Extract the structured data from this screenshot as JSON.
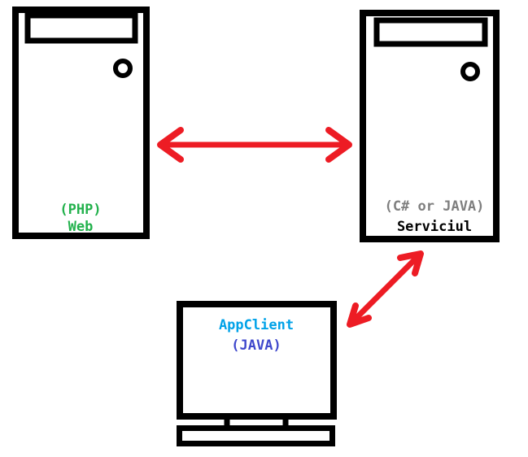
{
  "diagram": {
    "colors": {
      "background": "#FFFFFF",
      "outline": "#000000",
      "arrow_red": "#ED1C24",
      "php_green": "#22B14C",
      "service_gray": "#7F7F7F",
      "service_black": "#000000",
      "client_cyan": "#00A2E8",
      "client_indigo": "#3F48CC"
    },
    "nodes": {
      "web_server": {
        "icon": "server-tower-icon",
        "label_top": "(PHP)",
        "label_bottom": "Web"
      },
      "service_server": {
        "icon": "server-tower-icon",
        "label_top": "(C# or JAVA)",
        "label_bottom": "Serviciul"
      },
      "app_client": {
        "icon": "desktop-monitor-icon",
        "label_top": "AppClient",
        "label_bottom": "(JAVA)"
      }
    },
    "connections": [
      {
        "from": "web_server",
        "to": "service_server",
        "style": "double-headed-arrow",
        "orientation": "horizontal"
      },
      {
        "from": "service_server",
        "to": "app_client",
        "style": "double-headed-arrow",
        "orientation": "diagonal"
      }
    ]
  }
}
